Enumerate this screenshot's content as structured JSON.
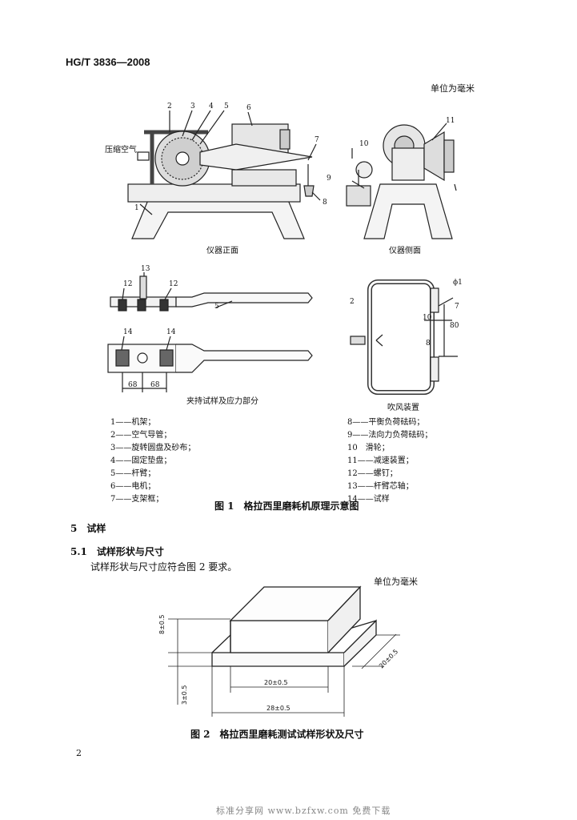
{
  "header": {
    "standard_code": "HG/T 3836—2008"
  },
  "unit_note_fig1": "单位为毫米",
  "figure1": {
    "label_air": "压缩空气",
    "caption_front": "仪器正面",
    "caption_side": "仪器侧面",
    "caption_clamp": "夹持试样及应力部分",
    "caption_blow": "吹风装置",
    "numbers": [
      "1",
      "2",
      "3",
      "4",
      "5",
      "6",
      "7",
      "8",
      "9",
      "10",
      "11",
      "12",
      "13",
      "14"
    ],
    "dim_68": "68",
    "dim_80": "80",
    "dim_10": "10",
    "dim_8": "8",
    "dim_7": "7",
    "dim_phi": "ϕ1",
    "legend_left": [
      "1——机架；",
      "2——空气导管；",
      "3——旋转圆盘及砂布；",
      "4——固定垫盘；",
      "5——杆臂；",
      "6——电机；",
      "7——支架框；"
    ],
    "legend_right": [
      "8——平衡负荷砝码；",
      "9——法向力负荷砝码；",
      "10　滑轮；",
      "11——减速装置；",
      "12——螺钉；",
      "13——杆臂芯轴；",
      "14——试样"
    ],
    "caption": "图 1　格拉西里磨耗机原理示意图"
  },
  "section5": {
    "title": "5　试样"
  },
  "section51": {
    "title": "5.1　试样形状与尺寸",
    "body": "试样形状与尺寸应符合图 2 要求。"
  },
  "unit_note_fig2": "单位为毫米",
  "figure2": {
    "dim_height_top": "8±0.5",
    "dim_height_base": "3±0.5",
    "dim_width_top": "20±0.5",
    "dim_width_base": "28±0.5",
    "dim_depth": "20±0.5",
    "caption": "图 2　格拉西里磨耗测试试样形状及尺寸"
  },
  "page_number": "2",
  "footer": "标准分享网 www.bzfxw.com 免费下载"
}
